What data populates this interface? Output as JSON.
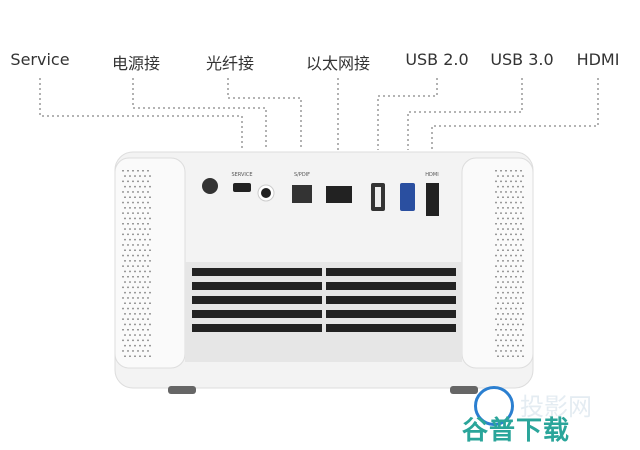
{
  "labels": {
    "service": "Service",
    "power": "电源接",
    "optical": "光纤接",
    "ethernet": "以太网接",
    "usb2": "USB 2.0",
    "usb3": "USB 3.0",
    "hdmi": "HDMI"
  },
  "port_markings": {
    "service": "SERVICE",
    "spdif": "S/PDIF",
    "hdmi": "HDMI"
  },
  "watermark": {
    "main": "谷普下载",
    "faint": "投影网"
  },
  "colors": {
    "line": "#888888",
    "body": "#f2f2f2",
    "usb3": "#2a4fa0",
    "watermark": "#2aa59a"
  }
}
